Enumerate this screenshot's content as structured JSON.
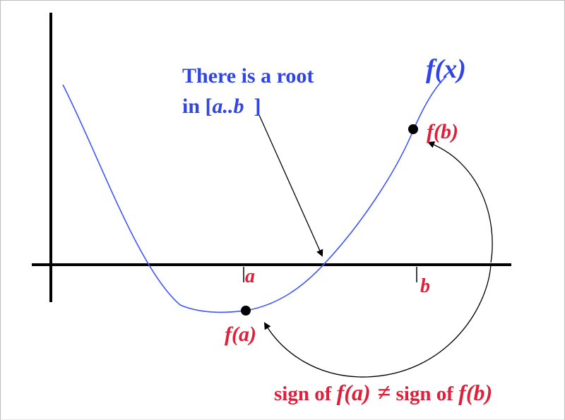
{
  "diagram": {
    "function_label": "f(x)",
    "root_note": {
      "line1": "There is a root",
      "line2_prefix": "in [",
      "line2_interval": "a..b",
      "line2_suffix": "]"
    },
    "tick_a": "a",
    "tick_b": "b",
    "point_a_label": "f(a)",
    "point_b_label": "f(b)",
    "sign_caption": {
      "part1": "sign of ",
      "fa": "f(a)",
      "neq": "≠",
      "part2": " sign of ",
      "fb": "f(b)"
    },
    "colors": {
      "curve": "#3f55ff",
      "text_blue": "#2f45e6",
      "text_red": "#e0203a",
      "axes": "#000000"
    }
  }
}
